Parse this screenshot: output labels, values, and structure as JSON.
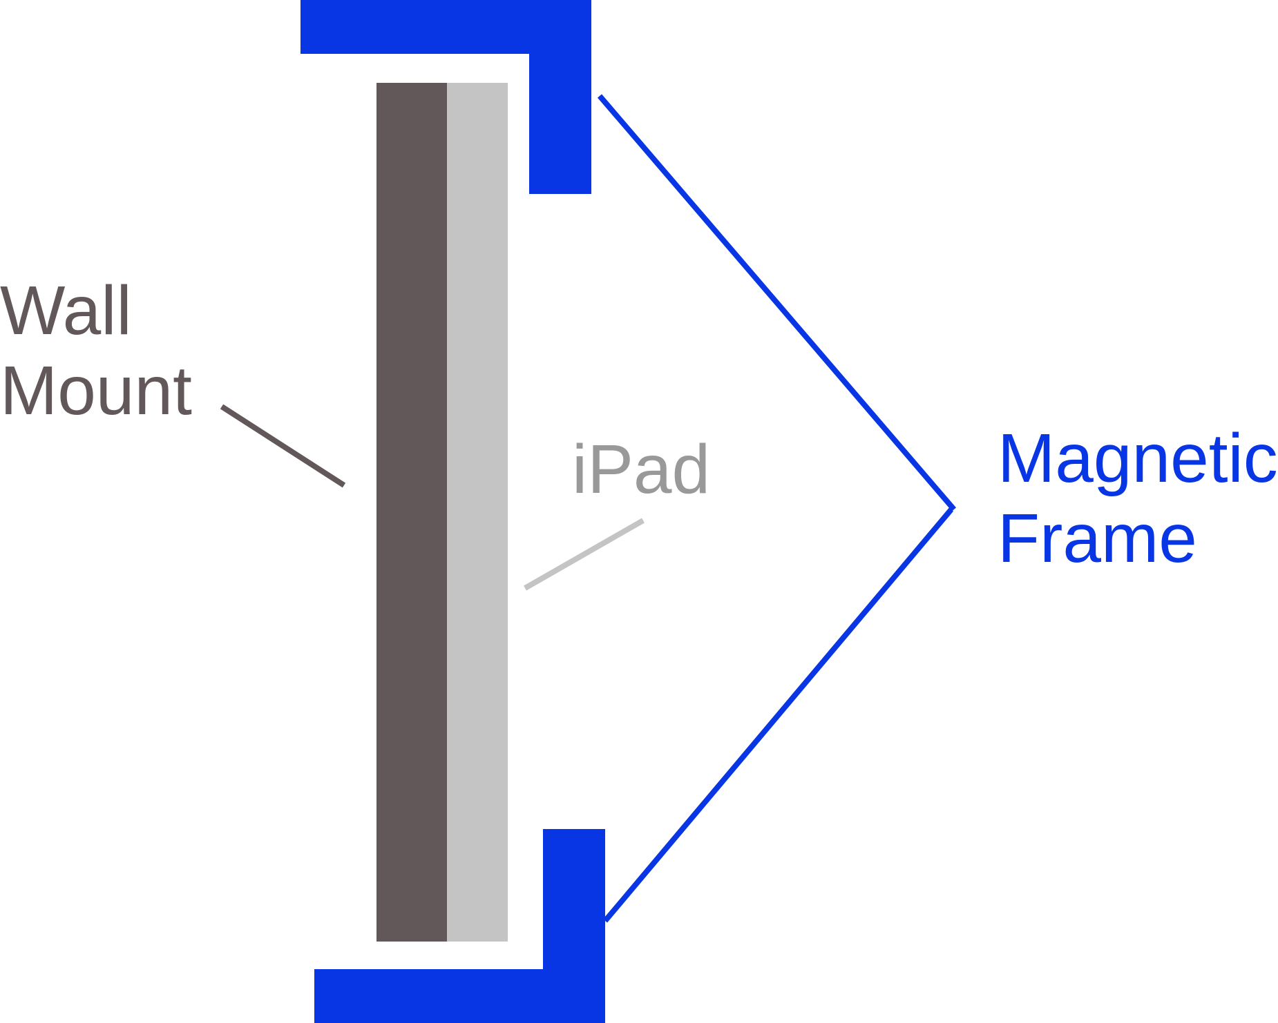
{
  "labels": {
    "wall_mount": [
      "Wall",
      "Mount"
    ],
    "ipad": "iPad",
    "magnetic_frame": [
      "Magnetic",
      "Frame"
    ]
  },
  "colors": {
    "wall_mount": "#625759",
    "ipad": "#c4c4c4",
    "ipad_text": "#999999",
    "frame": "#0836e5"
  }
}
